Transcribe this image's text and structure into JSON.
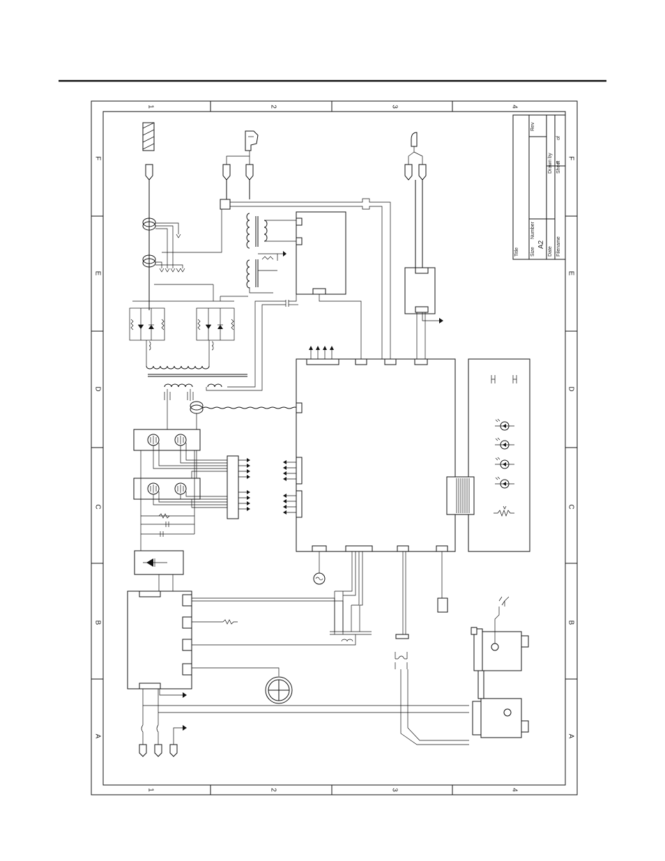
{
  "frame": {
    "zone_numbers": [
      "1",
      "2",
      "3",
      "4"
    ],
    "zone_letters": [
      "F",
      "E",
      "D",
      "C",
      "B",
      "A"
    ]
  },
  "title_block": {
    "title_label": "Title",
    "size_label": "Size",
    "size_value": "A2",
    "number_label": "Number",
    "rev_label": "Rev",
    "date_label": "Date",
    "drawn_by_label": "Drawn by",
    "filename_label": "Filename",
    "sheet_label": "Sheet",
    "of_label": "of",
    "zone_letter": "F"
  },
  "colors": {
    "ink": "#111111",
    "paper": "#ffffff"
  }
}
